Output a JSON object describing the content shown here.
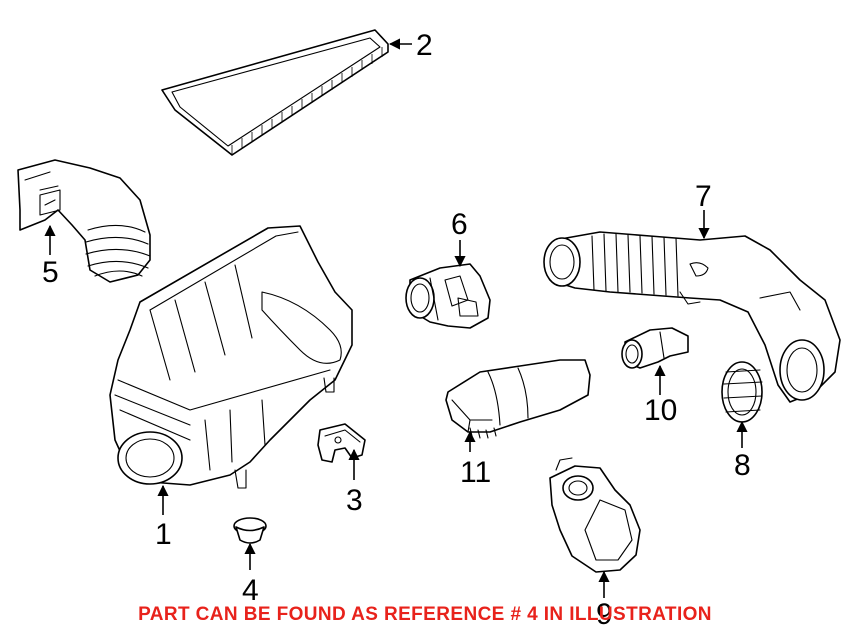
{
  "callouts": {
    "c1": "1",
    "c2": "2",
    "c3": "3",
    "c4": "4",
    "c5": "5",
    "c6": "6",
    "c7": "7",
    "c8": "8",
    "c9": "9",
    "c10": "10",
    "c11": "11"
  },
  "notice": {
    "text": "PART CAN BE FOUND AS REFERENCE # 4 IN ILLUSTRATION",
    "color": "#e8221b"
  },
  "line_color": "#000000",
  "background": "#ffffff"
}
